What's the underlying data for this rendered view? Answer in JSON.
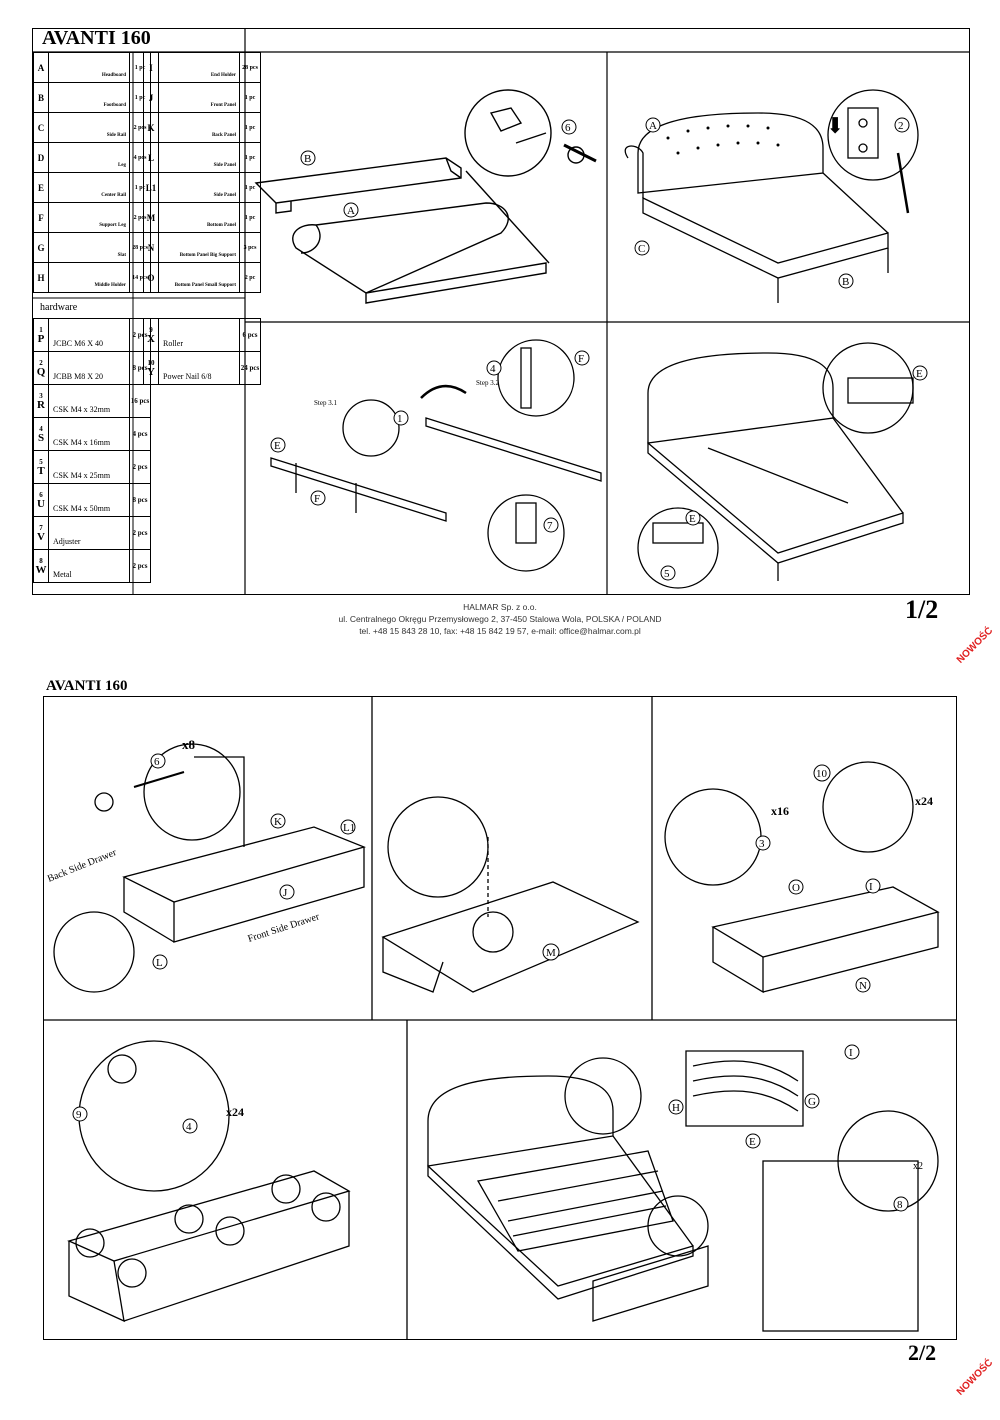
{
  "page1": {
    "title": "AVANTI 160",
    "parts": [
      {
        "letter": "A",
        "name": "Headboard",
        "qty": "1 pc"
      },
      {
        "letter": "B",
        "name": "Footboard",
        "qty": "1 pc"
      },
      {
        "letter": "C",
        "name": "Side Rail",
        "qty": "2 pcs"
      },
      {
        "letter": "D",
        "name": "Leg",
        "qty": "4 pcs"
      },
      {
        "letter": "E",
        "name": "Center Rail",
        "qty": "1 pc"
      },
      {
        "letter": "F",
        "name": "Support Leg",
        "qty": "2 pcs"
      },
      {
        "letter": "G",
        "name": "Slat",
        "qty": "28 pcs"
      },
      {
        "letter": "H",
        "name": "Middle Holder",
        "qty": "14 pcs"
      }
    ],
    "parts2": [
      {
        "letter": "I",
        "name": "End Holder",
        "qty": "28 pcs"
      },
      {
        "letter": "J",
        "name": "Front Panel",
        "qty": "1 pc"
      },
      {
        "letter": "K",
        "name": "Back Panel",
        "qty": "1 pc"
      },
      {
        "letter": "L",
        "name": "Side Panel",
        "qty": "1 pc"
      },
      {
        "letter": "L1",
        "name": "Side Panel",
        "qty": "1 pc"
      },
      {
        "letter": "M",
        "name": "Bottom Panel",
        "qty": "1 pc"
      },
      {
        "letter": "N",
        "name": "Bottom Panel Big Support",
        "qty": "3 pcs"
      },
      {
        "letter": "O",
        "name": "Bottom Panel Small Support",
        "qty": "2 pc"
      }
    ],
    "hardware_label": "hardware",
    "hardware": [
      {
        "num": "1",
        "letter": "P",
        "name": "JCBC M6 X 40",
        "qty": "2 pcs"
      },
      {
        "num": "2",
        "letter": "Q",
        "name": "JCBB M8 X 20",
        "qty": "8 pcs"
      },
      {
        "num": "3",
        "letter": "R",
        "name": "CSK M4 x 32mm",
        "qty": "16 pcs"
      },
      {
        "num": "4",
        "letter": "S",
        "name": "CSK M4 x 16mm",
        "qty": "4 pcs"
      },
      {
        "num": "5",
        "letter": "T",
        "name": "CSK M4 x 25mm",
        "qty": "2 pcs"
      },
      {
        "num": "6",
        "letter": "U",
        "name": "CSK M4 x 50mm",
        "qty": "8 pcs"
      },
      {
        "num": "7",
        "letter": "V",
        "name": "Adjuster",
        "qty": "2 pcs"
      },
      {
        "num": "8",
        "letter": "W",
        "name": "Metal",
        "qty": "2 pcs"
      }
    ],
    "hardware2": [
      {
        "num": "9",
        "letter": "X",
        "name": "Roller",
        "qty": "6 pcs"
      },
      {
        "num": "10",
        "letter": "Y",
        "name": "Power Nail 6/8",
        "qty": "24 pcs"
      }
    ],
    "step31": "Step 3.1",
    "step32": "Step 3.2",
    "company": "HALMAR Sp. z o.o.",
    "address": "ul. Centralnego Okręgu Przemysłowego 2, 37-450 Stalowa Wola, POLSKA / POLAND",
    "contact": "tel. +48 15 843 28 10, fax: +48 15 842 19 57, e-mail: office@halmar.com.pl",
    "page_number": "1/2",
    "badge": "NOWOŚĆ"
  },
  "page2": {
    "title": "AVANTI 160",
    "back_side_drawer": "Back Side Drawer",
    "front_side_drawer": "Front Side Drawer",
    "x8": "x8",
    "x16": "x16",
    "x24a": "x24",
    "x24b": "x24",
    "x2": "x2",
    "page_number": "2/2",
    "badge": "NOWOŚĆ"
  }
}
